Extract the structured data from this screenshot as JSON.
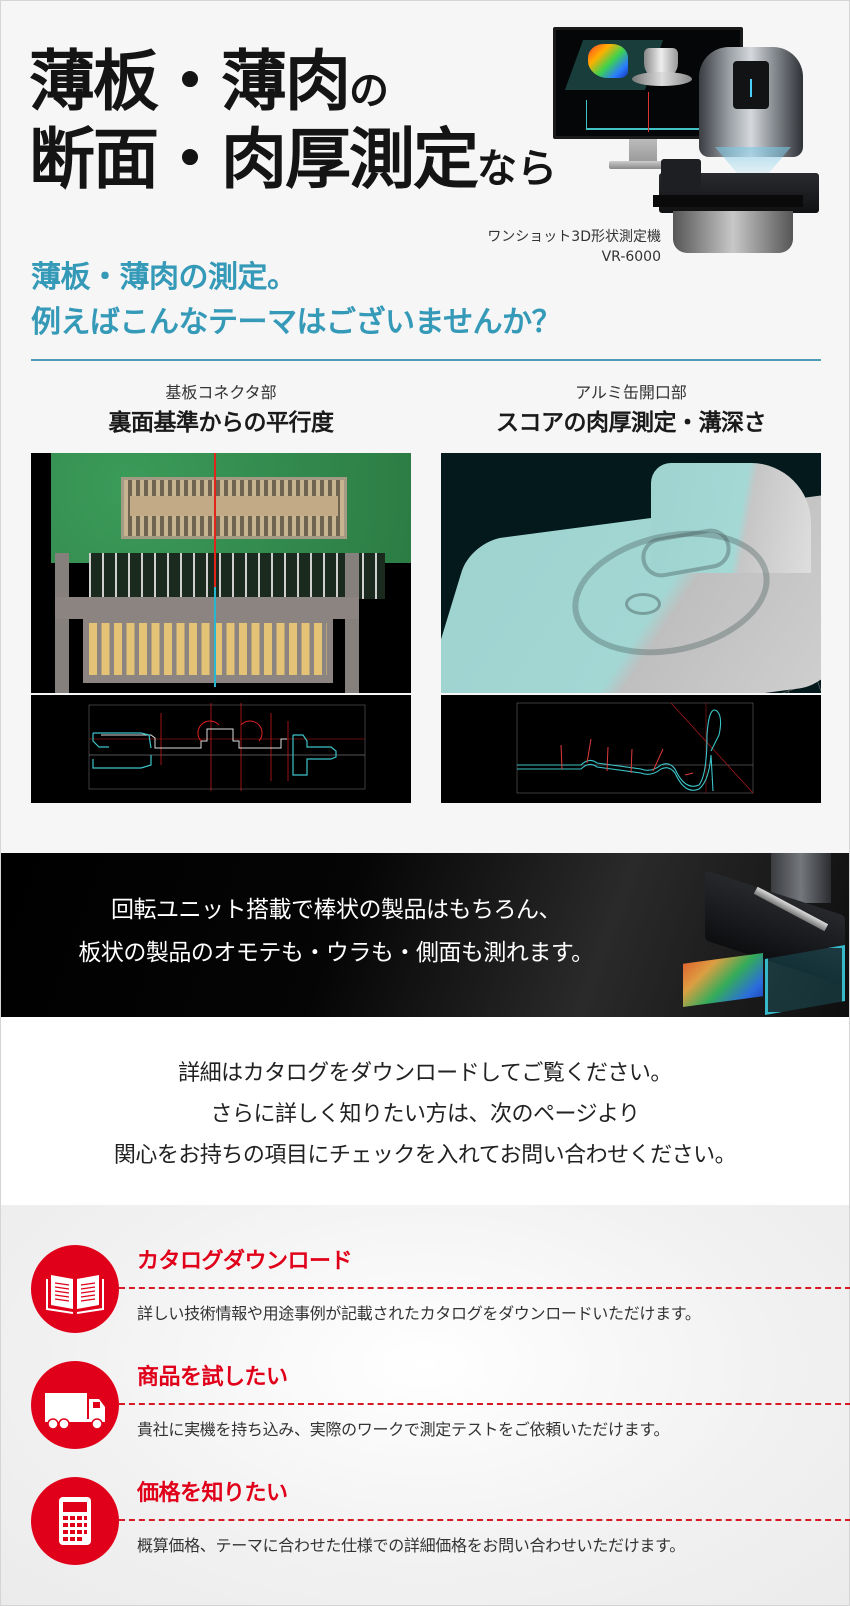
{
  "hero": {
    "title_line1_big": "薄板・薄肉",
    "title_line1_small": "の",
    "title_line2_big": "断面・肉厚測定",
    "title_line2_small": "なら",
    "product_caption_line1": "ワンショット3D形状測定機",
    "product_caption_line2": "VR-6000"
  },
  "lead": {
    "line1": "薄板・薄肉の測定。",
    "line2": "例えばこんなテーマはございませんか？",
    "color": "#3599b8"
  },
  "cases": [
    {
      "subtitle": "基板コネクタ部",
      "title": "裏面基準からの平行度",
      "photo": "pcb-connector-photo",
      "chart": "cross-section-profile-chart"
    },
    {
      "subtitle": "アルミ缶開口部",
      "title": "スコアの肉厚測定・溝深さ",
      "photo": "aluminum-can-opening-3d-scan",
      "chart": "can-score-profile-chart"
    }
  ],
  "banner": {
    "line1": "回転ユニット搭載で棒状の製品はもちろん、",
    "line2": "板状の製品のオモテも・ウラも・側面も測れます。"
  },
  "intro": {
    "line1": "詳細はカタログをダウンロードしてご覧ください。",
    "line2": "さらに詳しく知りたい方は、次のページより",
    "line3": "関心をお持ちの項目にチェックを入れてお問い合わせください。"
  },
  "cta": {
    "accent_color": "#e1001a",
    "items": [
      {
        "icon": "book-icon",
        "title": "カタログダウンロード",
        "description": "詳しい技術情報や用途事例が記載されたカタログをダウンロードいただけます。"
      },
      {
        "icon": "truck-icon",
        "title": "商品を試したい",
        "description": "貴社に実機を持ち込み、実際のワークで測定テストをご依頼いただけます。"
      },
      {
        "icon": "calculator-icon",
        "title": "価格を知りたい",
        "description": "概算価格、テーマに合わせた仕様での詳細価格をお問い合わせいただけます。"
      }
    ]
  }
}
